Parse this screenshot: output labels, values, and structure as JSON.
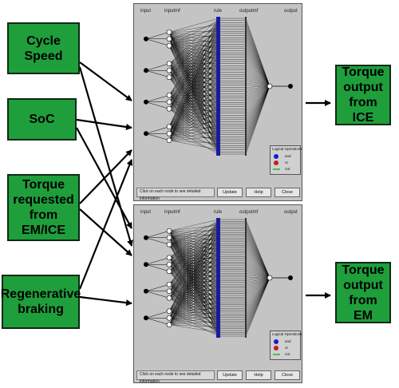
{
  "inputs": [
    "Cycle\nSpeed",
    "SoC",
    "Torque\nrequested\nfrom EM/ICE",
    "Regenerative\nbraking"
  ],
  "outputs": [
    "Torque\noutput\nfrom ICE",
    "Torque\noutput\nfrom EM"
  ],
  "panel": {
    "layer_labels": {
      "input": "input",
      "inputmf": "inputmf",
      "rule": "rule",
      "outputmf": "outputmf",
      "output": "output"
    },
    "hint": "Click on each node to see detailed information",
    "buttons": {
      "update": "Update",
      "help": "Help",
      "close": "Close"
    },
    "legend": {
      "title": "Logical Operations",
      "and": "and",
      "or": "or",
      "not": "not"
    }
  },
  "colors": {
    "box_fill": "#1f9e3c",
    "panel_bg": "#c4c4c4",
    "rule_bar": "#1a1aa0",
    "and_dot": "#1a1ad0",
    "or_dot": "#c02020",
    "not_line": "#22bb22"
  }
}
